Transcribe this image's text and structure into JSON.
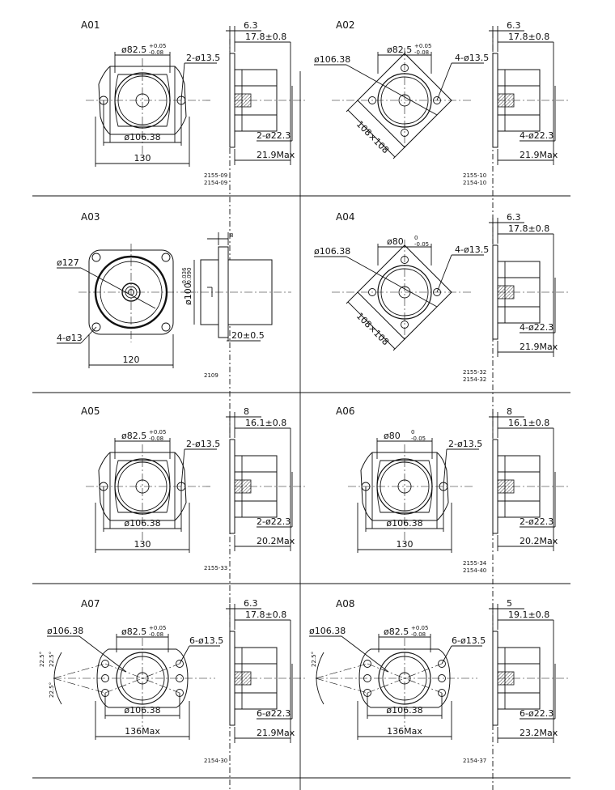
{
  "colors": {
    "line": "#111111",
    "background": "#ffffff",
    "hatch": "#111111"
  },
  "cells": [
    {
      "id": "A01",
      "face": "oval2",
      "side": "std",
      "labels": {
        "title": "A01",
        "pilot": "ø82.5",
        "tol_up": "+0.05",
        "tol_dn": "-0.08",
        "holes": "2-ø13.5",
        "bolt_circle": "ø106.38",
        "width": "130",
        "flange": "6.3",
        "length": "17.8±0.8",
        "ports": "2-ø22.3",
        "max": "21.9Max"
      },
      "codes": [
        "2155-09",
        "2154-09"
      ]
    },
    {
      "id": "A02",
      "face": "diamond",
      "side": "std",
      "labels": {
        "title": "A02",
        "pilot": "ø82.5",
        "tol_up": "+0.05",
        "tol_dn": "-0.08",
        "holes": "4-ø13.5",
        "bolt_circle": "ø106.38",
        "square": "108×108",
        "flange": "6.3",
        "length": "17.8±0.8",
        "ports": "4-ø22.3",
        "max": "21.9Max"
      },
      "codes": [
        "2155-10",
        "2154-10"
      ]
    },
    {
      "id": "A03",
      "face": "square",
      "side": "long",
      "labels": {
        "title": "A03",
        "outer": "ø127",
        "holes": "4-ø13",
        "width": "120",
        "pilot_v": "ø100",
        "tol_up": "-0.036",
        "tol_dn": "-0.090",
        "flange": "8",
        "length": "20±0.5"
      },
      "codes": [
        "2109"
      ]
    },
    {
      "id": "A04",
      "face": "diamond",
      "side": "std",
      "labels": {
        "title": "A04",
        "pilot": "ø80",
        "tol_up": "0",
        "tol_dn": "-0.05",
        "holes": "4-ø13.5",
        "bolt_circle": "ø106.38",
        "square": "108×108",
        "flange": "6.3",
        "length": "17.8±0.8",
        "ports": "4-ø22.3",
        "max": "21.9Max"
      },
      "codes": [
        "2155-32",
        "2154-32"
      ]
    },
    {
      "id": "A05",
      "face": "oval2",
      "side": "std",
      "labels": {
        "title": "A05",
        "pilot": "ø82.5",
        "tol_up": "+0.05",
        "tol_dn": "-0.08",
        "holes": "2-ø13.5",
        "bolt_circle": "ø106.38",
        "width": "130",
        "flange": "8",
        "length": "16.1±0.8",
        "ports": "2-ø22.3",
        "max": "20.2Max"
      },
      "codes": [
        "2155-33"
      ]
    },
    {
      "id": "A06",
      "face": "oval2",
      "side": "std",
      "labels": {
        "title": "A06",
        "pilot": "ø80",
        "tol_up": "0",
        "tol_dn": "-0.05",
        "holes": "2-ø13.5",
        "bolt_circle": "ø106.38",
        "width": "130",
        "flange": "8",
        "length": "16.1±0.8",
        "ports": "2-ø22.3",
        "max": "20.2Max"
      },
      "codes": [
        "2155-34",
        "2154-40"
      ]
    },
    {
      "id": "A07",
      "face": "six",
      "side": "std",
      "labels": {
        "title": "A07",
        "bolt_circle_top": "ø106.38",
        "pilot": "ø82.5",
        "tol_up": "+0.05",
        "tol_dn": "-0.08",
        "holes": "6-ø13.5",
        "angle1": "22.5°",
        "angle2": "22.5°",
        "angle3": "22.5°",
        "bolt_circle": "ø106.38",
        "width": "136Max",
        "flange": "6.3",
        "length": "17.8±0.8",
        "ports": "6-ø22.3",
        "max": "21.9Max"
      },
      "codes": [
        "2154-30"
      ]
    },
    {
      "id": "A08",
      "face": "six",
      "side": "std",
      "labels": {
        "title": "A08",
        "bolt_circle_top": "ø106.38",
        "pilot": "ø82.5",
        "tol_up": "+0.05",
        "tol_dn": "-0.08",
        "holes": "6-ø13.5",
        "angle1": "22.5°",
        "bolt_circle": "ø106.38",
        "width": "136Max",
        "flange": "5",
        "length": "19.1±0.8",
        "ports": "6-ø22.3",
        "max": "23.2Max"
      },
      "codes": [
        "2154-37"
      ]
    }
  ]
}
